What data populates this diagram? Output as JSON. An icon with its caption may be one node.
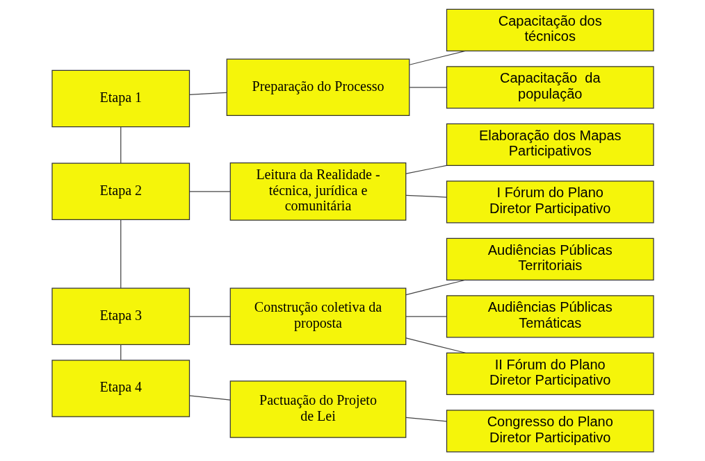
{
  "diagram": {
    "nodes": [
      {
        "text": [
          "Etapa 1"
        ]
      },
      {
        "text": [
          "Preparação do Processo"
        ]
      },
      {
        "text": [
          "Capacitação dos técnicos"
        ]
      },
      {
        "text": [
          "Capacitação  da população"
        ]
      },
      {
        "text": [
          "Etapa 2"
        ]
      },
      {
        "text": [
          "Leitura da Realidade - técnica, jurídica e comunitária"
        ]
      },
      {
        "text": [
          "Elaboração dos Mapas Participativos"
        ]
      },
      {
        "text": [
          "I Fórum do Plano Diretor Participativo"
        ]
      },
      {
        "text": [
          "Etapa 3"
        ]
      },
      {
        "text": [
          "Construção coletiva da proposta"
        ]
      },
      {
        "text": [
          "Audiências Públicas Territoriais"
        ]
      },
      {
        "text": [
          "Audiências Públicas Temáticas"
        ]
      },
      {
        "text": [
          "II Fórum do Plano Diretor Participativo"
        ]
      },
      {
        "text": [
          "Etapa 4"
        ]
      },
      {
        "text": [
          "Pactuação do Projeto de Lei"
        ]
      },
      {
        "text": [
          "Congresso do Plano Diretor Participativo"
        ]
      }
    ],
    "edges": [
      {
        "from": 0,
        "to": 1,
        "arrow": "none"
      },
      {
        "from": 1,
        "to": 2,
        "arrow": "none"
      },
      {
        "from": 1,
        "to": 3,
        "arrow": "none"
      },
      {
        "from": 0,
        "to": 4,
        "arrow": "none"
      },
      {
        "from": 4,
        "to": 5,
        "arrow": "none"
      },
      {
        "from": 5,
        "to": 6,
        "arrow": "none"
      },
      {
        "from": 5,
        "to": 7,
        "arrow": "none"
      },
      {
        "from": 4,
        "to": 8,
        "arrow": "none"
      },
      {
        "from": 8,
        "to": 9,
        "arrow": "none"
      },
      {
        "from": 9,
        "to": 10,
        "arrow": "none"
      },
      {
        "from": 9,
        "to": 11,
        "arrow": "none"
      },
      {
        "from": 9,
        "to": 12,
        "arrow": "none"
      },
      {
        "from": 8,
        "to": 13,
        "arrow": "none"
      },
      {
        "from": 13,
        "to": 14,
        "arrow": "none"
      },
      {
        "from": 14,
        "to": 15,
        "arrow": "none"
      }
    ]
  }
}
